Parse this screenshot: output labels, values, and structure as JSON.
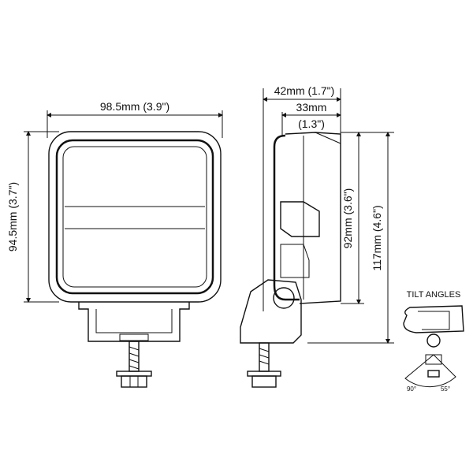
{
  "front_view": {
    "width_label": "98.5mm (3.9\")",
    "height_label": "94.5mm (3.7\")"
  },
  "side_view": {
    "depth_total_label": "42mm (1.7\")",
    "depth_body_mm": "33mm",
    "depth_body_in": "(1.3\")",
    "height_body_label": "92mm (3.6\")",
    "height_total_label": "117mm (4.6\")"
  },
  "tilt": {
    "title": "TILT ANGLES",
    "angle_left": "90°",
    "angle_right": "55°"
  },
  "colors": {
    "line": "#111111",
    "background": "#ffffff"
  }
}
